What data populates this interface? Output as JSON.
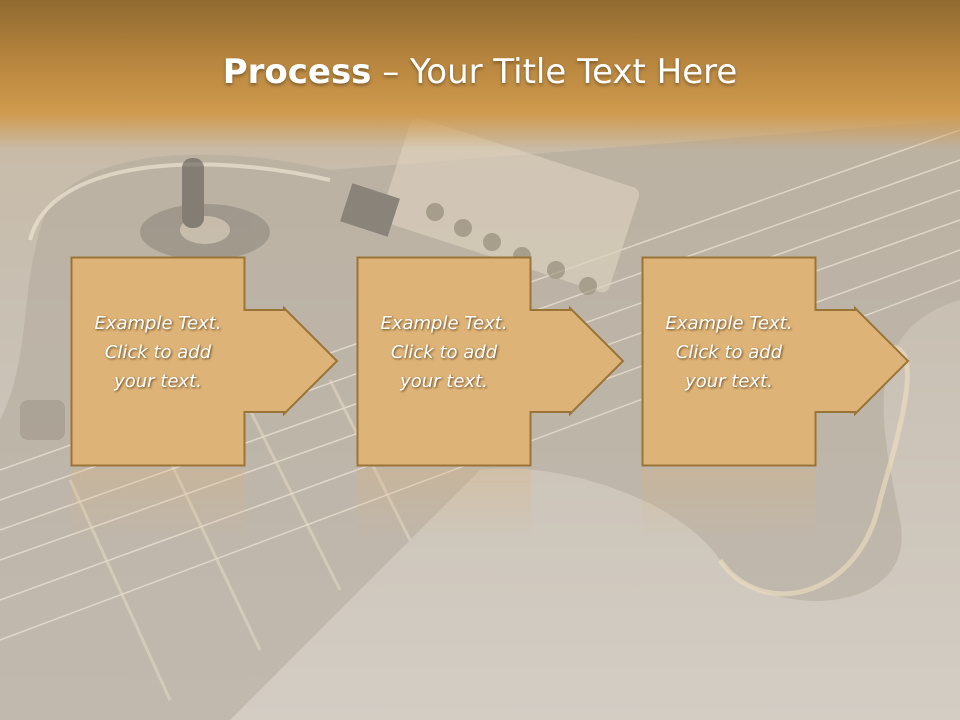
{
  "title": {
    "bold": "Process",
    "rest": " – Your Title Text Here"
  },
  "steps": [
    {
      "lines": [
        "Example Text.",
        "Click  to add",
        "your text."
      ]
    },
    {
      "lines": [
        "Example Text.",
        "Click  to add",
        "your text."
      ]
    },
    {
      "lines": [
        "Example Text.",
        "Click  to add",
        "your text."
      ]
    }
  ],
  "colors": {
    "box_fill": "#ddb377",
    "box_stroke": "#9a7437",
    "title_bar": "#b7853e",
    "background": "#cfc6b8"
  }
}
